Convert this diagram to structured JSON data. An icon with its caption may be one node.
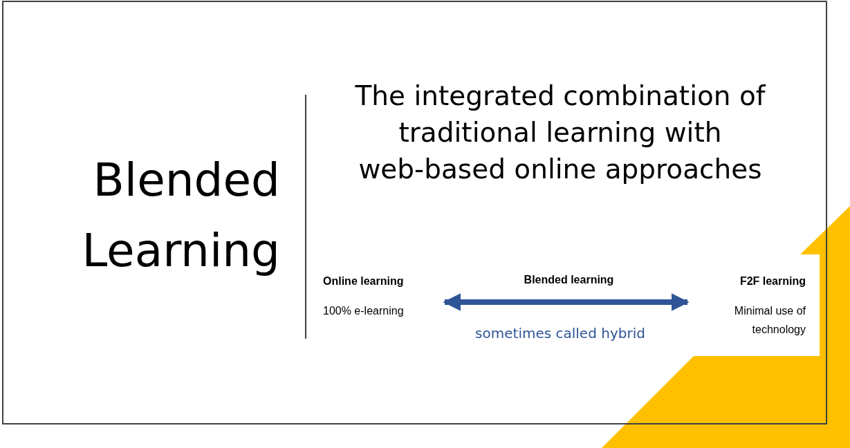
{
  "diagram": {
    "title": "Blended Learning",
    "nodes": [
      {
        "text": [
          "Online learning",
          "100% e-learning"
        ]
      },
      {
        "text": [
          "F2F learning",
          "Minimal use of technology"
        ]
      }
    ],
    "edges": [
      {
        "from": 0,
        "to": 1,
        "arrow": "both",
        "label": "Blended learning"
      }
    ],
    "labels": [
      "The integrated combination of traditional learning with web-based online approaches",
      "sometimes called hybrid"
    ]
  }
}
